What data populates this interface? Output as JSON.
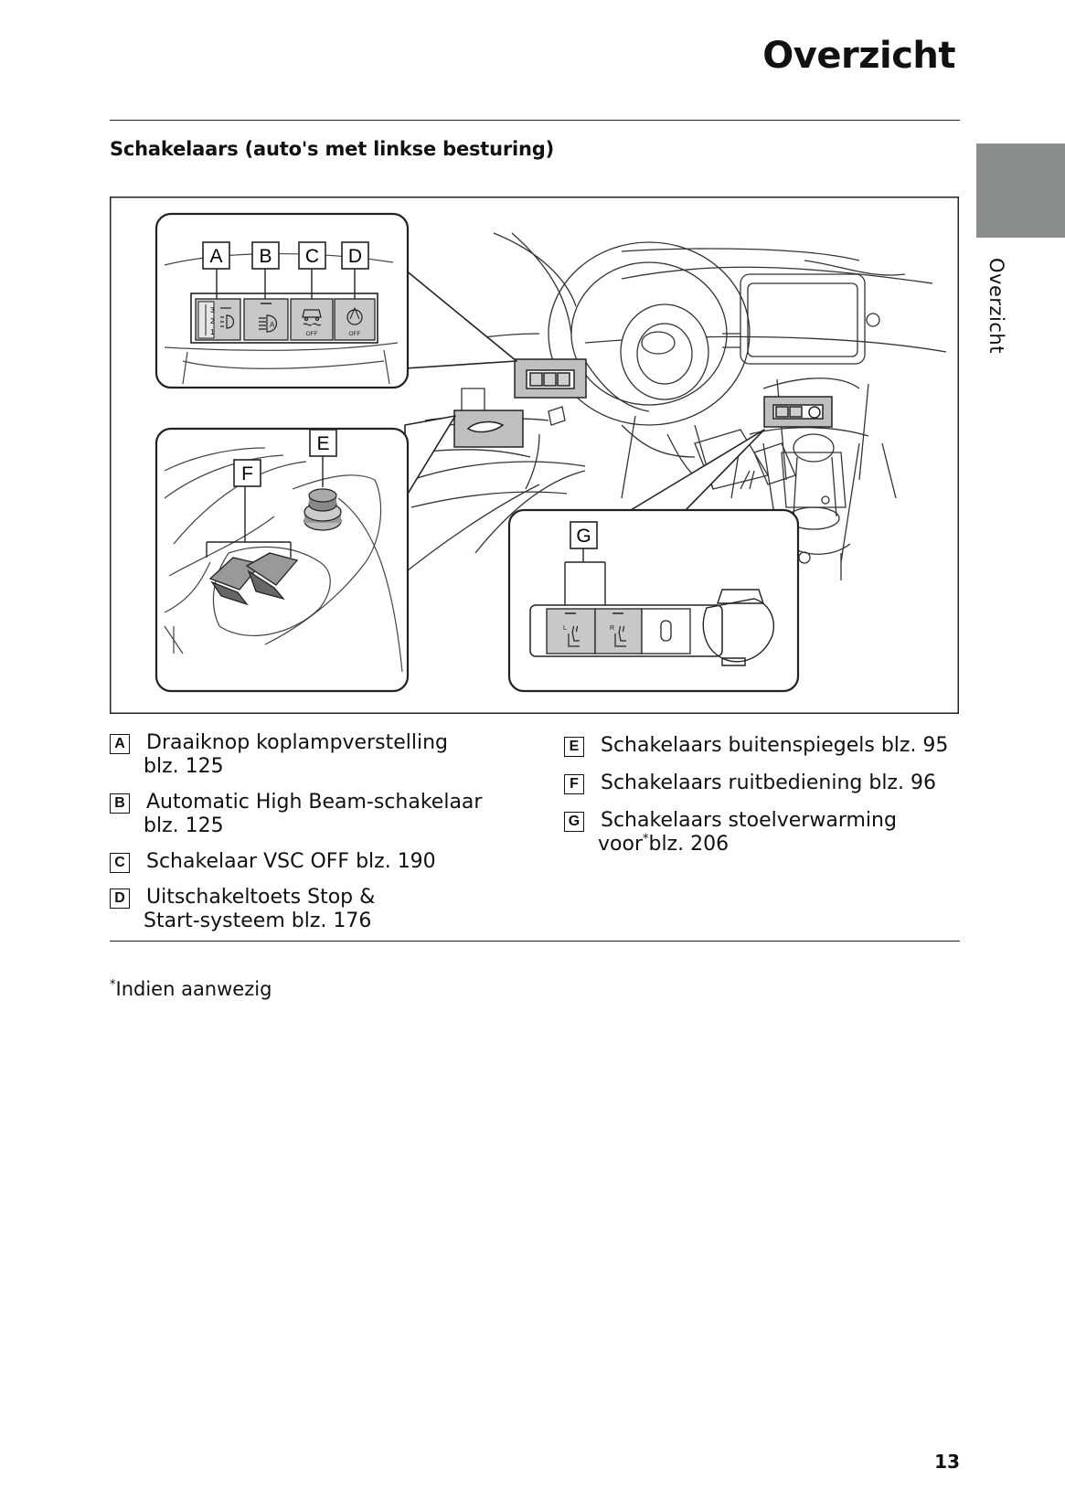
{
  "header": {
    "title": "Overzicht"
  },
  "section": {
    "heading": "Schakelaars (auto's met linkse besturing)"
  },
  "side_tab": {
    "label": "Overzicht",
    "color": "#8a8e8b"
  },
  "figure": {
    "callouts": [
      "A",
      "B",
      "C",
      "D",
      "E",
      "F",
      "G"
    ],
    "switch_text": {
      "off": "OFF",
      "left": "L",
      "right": "R",
      "n3": "3",
      "n2": "2",
      "n1": "1"
    }
  },
  "legend": {
    "left": [
      {
        "key": "A",
        "text": "Draaiknop koplampverstelling",
        "cont": "blz. 125"
      },
      {
        "key": "B",
        "text": "Automatic High Beam-schakelaar",
        "cont": "blz. 125"
      },
      {
        "key": "C",
        "text": "Schakelaar VSC OFF blz. 190"
      },
      {
        "key": "D",
        "text": "Uitschakeltoets Stop &",
        "cont": "Start-systeem blz. 176"
      }
    ],
    "right": [
      {
        "key": "E",
        "text": "Schakelaars buitenspiegels blz. 95"
      },
      {
        "key": "F",
        "text": "Schakelaars ruitbediening blz. 96"
      },
      {
        "key": "G",
        "text": "Schakelaars stoelverwarming",
        "cont_before": "voor",
        "cont_sup": "*",
        "cont_after": "blz. 206"
      }
    ]
  },
  "footnote": {
    "marker": "*",
    "text": "Indien aanwezig"
  },
  "page_number": "13"
}
